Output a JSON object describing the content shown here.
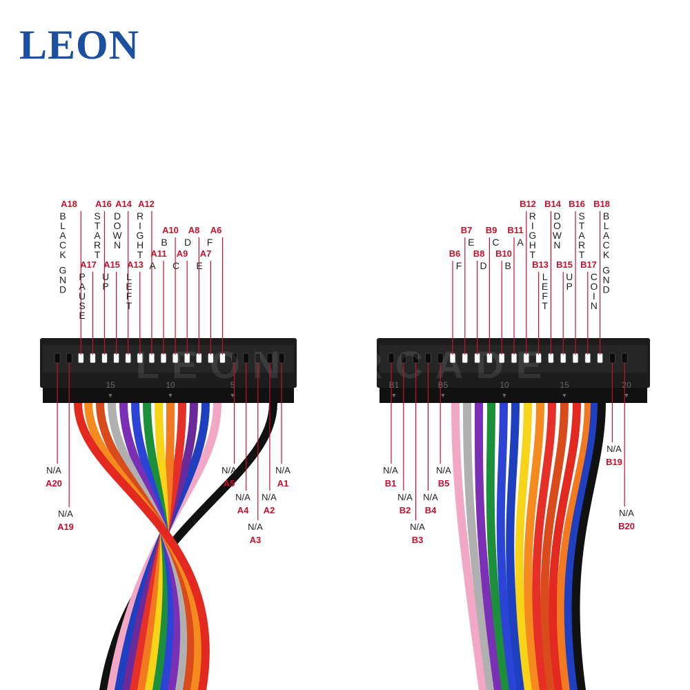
{
  "brand": {
    "name": "LEON",
    "watermark": "LEON ARCADE",
    "color": "#1b4fa0"
  },
  "colors": {
    "pin_label": "#c8102e",
    "signal_label": "#222222",
    "connector": "#1c1c1c",
    "leader": "#c8102e"
  },
  "connector_a": {
    "scale_marks": [
      "15",
      "10",
      "5"
    ],
    "top_pins": [
      {
        "pin": "A18",
        "signal": "BLACK GND"
      },
      {
        "pin": "A17",
        "signal": "PAUSE"
      },
      {
        "pin": "A16",
        "signal": "START"
      },
      {
        "pin": "A15",
        "signal": "UP"
      },
      {
        "pin": "A14",
        "signal": "DOWN"
      },
      {
        "pin": "A13",
        "signal": "LEFT"
      },
      {
        "pin": "A12",
        "signal": "RIGHT"
      },
      {
        "pin": "A11",
        "signal": "A"
      },
      {
        "pin": "A10",
        "signal": "B"
      },
      {
        "pin": "A9",
        "signal": "C"
      },
      {
        "pin": "A8",
        "signal": "D"
      },
      {
        "pin": "A7",
        "signal": "E"
      },
      {
        "pin": "A6",
        "signal": "F"
      }
    ],
    "bottom_pins": [
      {
        "pin": "A20",
        "signal": "N/A"
      },
      {
        "pin": "A19",
        "signal": "N/A"
      },
      {
        "pin": "A5",
        "signal": "N/A"
      },
      {
        "pin": "A4",
        "signal": "N/A"
      },
      {
        "pin": "A3",
        "signal": "N/A"
      },
      {
        "pin": "A2",
        "signal": "N/A"
      },
      {
        "pin": "A1",
        "signal": "N/A"
      }
    ]
  },
  "connector_b": {
    "scale_marks": [
      "B1",
      "B5",
      "10",
      "15",
      "20"
    ],
    "top_pins": [
      {
        "pin": "B6",
        "signal": "F"
      },
      {
        "pin": "B7",
        "signal": "E"
      },
      {
        "pin": "B8",
        "signal": "D"
      },
      {
        "pin": "B9",
        "signal": "C"
      },
      {
        "pin": "B10",
        "signal": "B"
      },
      {
        "pin": "B11",
        "signal": "A"
      },
      {
        "pin": "B12",
        "signal": "RIGHT"
      },
      {
        "pin": "B13",
        "signal": "LEFT"
      },
      {
        "pin": "B14",
        "signal": "DOWN"
      },
      {
        "pin": "B15",
        "signal": "UP"
      },
      {
        "pin": "B16",
        "signal": "START"
      },
      {
        "pin": "B17",
        "signal": "COIN"
      },
      {
        "pin": "B18",
        "signal": "BLACK GND"
      }
    ],
    "bottom_pins": [
      {
        "pin": "B1",
        "signal": "N/A"
      },
      {
        "pin": "B2",
        "signal": "N/A"
      },
      {
        "pin": "B3",
        "signal": "N/A"
      },
      {
        "pin": "B4",
        "signal": "N/A"
      },
      {
        "pin": "B5",
        "signal": "N/A"
      },
      {
        "pin": "B19",
        "signal": "N/A"
      },
      {
        "pin": "B20",
        "signal": "N/A"
      }
    ]
  }
}
